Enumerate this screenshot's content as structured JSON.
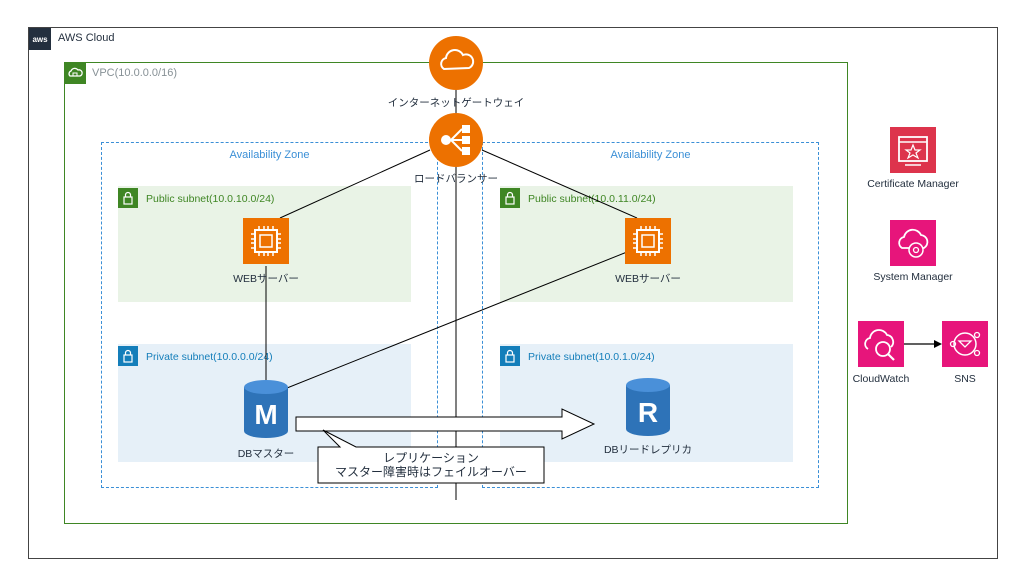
{
  "cloud": {
    "badge": "aws",
    "label": "AWS Cloud"
  },
  "vpc": {
    "label": "VPC(10.0.0.0/16)"
  },
  "igw": {
    "label": "インターネットゲートウェイ"
  },
  "alb": {
    "label": "ロードバランサー"
  },
  "az_left": {
    "label": "Availability Zone"
  },
  "az_right": {
    "label": "Availability Zone"
  },
  "subnets": {
    "public_left": "Public subnet(10.0.10.0/24)",
    "public_right": "Public subnet(10.0.11.0/24)",
    "private_left": "Private subnet(10.0.0.0/24)",
    "private_right": "Private subnet(10.0.1.0/24)"
  },
  "web_left": {
    "label": "WEBサーバー"
  },
  "web_right": {
    "label": "WEBサーバー"
  },
  "db_master": {
    "label": "DBマスター",
    "letter": "M"
  },
  "db_replica": {
    "label": "DBリードレプリカ",
    "letter": "R"
  },
  "callout": {
    "line1": "レプリケーション",
    "line2": "マスター障害時はフェイルオーバー"
  },
  "services": {
    "acm": "Certificate Manager",
    "ssm": "System Manager",
    "cloudwatch": "CloudWatch",
    "sns": "SNS"
  },
  "colors": {
    "orange": "#ed7100",
    "red": "#dd344c",
    "pink": "#e7157b",
    "db_blue": "#2e73b8",
    "vpc_green": "#3f8624",
    "az_blue": "#3b8fd6"
  }
}
